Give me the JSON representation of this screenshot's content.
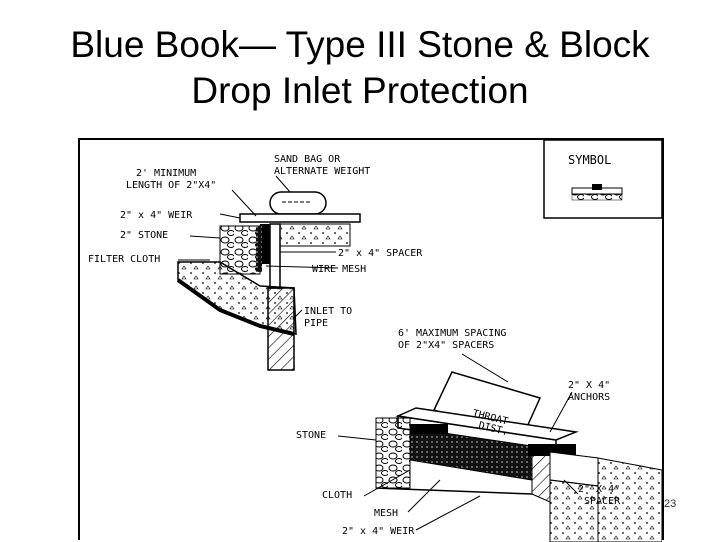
{
  "slide": {
    "title_line1": "Blue Book— Type III Stone & Block",
    "title_line2": "Drop Inlet Protection",
    "page_number": "23"
  },
  "diagram": {
    "symbol_label": "SYMBOL",
    "labels": {
      "sand_bag": "SAND BAG OR",
      "sand_bag_2": "ALTERNATE WEIGHT",
      "min_length": "2' MINIMUM",
      "min_length_2": "LENGTH OF 2\"X4\"",
      "weir": "2\" x 4\" WEIR",
      "stone": "2\" STONE",
      "filter_cloth": "FILTER CLOTH",
      "spacer": "2\" x 4\" SPACER",
      "wire_mesh": "WIRE MESH",
      "inlet_to": "INLET TO",
      "inlet_pipe": "PIPE",
      "max_spacing": "6' MAXIMUM SPACING",
      "max_spacing_2": "OF 2\"X4\" SPACERS",
      "anchors": "2\" X 4\"",
      "anchors_2": "ANCHORS",
      "throat": "THROAT",
      "throat_2": "DIST.",
      "stone_b": "STONE",
      "cloth": "CLOTH",
      "mesh": "MESH",
      "weir_b": "2\" x 4\" WEIR",
      "spacer_b": "2\" X 4\"",
      "spacer_b_2": "SPACER"
    }
  }
}
